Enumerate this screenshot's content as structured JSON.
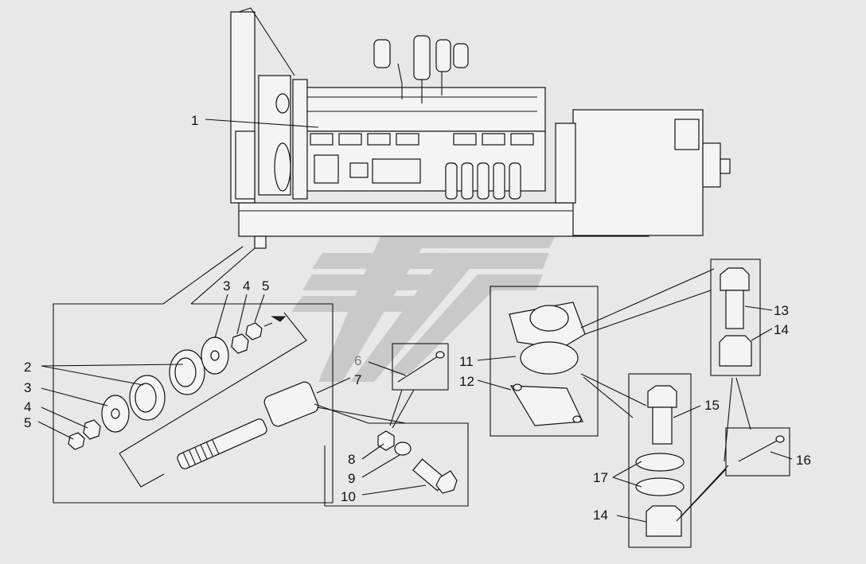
{
  "diagram": {
    "callouts": [
      {
        "id": "c1",
        "text": "1"
      },
      {
        "id": "c2",
        "text": "2"
      },
      {
        "id": "c3a",
        "text": "3"
      },
      {
        "id": "c3b",
        "text": "3"
      },
      {
        "id": "c4a",
        "text": "4"
      },
      {
        "id": "c4b",
        "text": "4"
      },
      {
        "id": "c5a",
        "text": "5"
      },
      {
        "id": "c5b",
        "text": "5"
      },
      {
        "id": "c6",
        "text": "6"
      },
      {
        "id": "c7",
        "text": "7"
      },
      {
        "id": "c8",
        "text": "8"
      },
      {
        "id": "c9",
        "text": "9"
      },
      {
        "id": "c10",
        "text": "10"
      },
      {
        "id": "c11",
        "text": "11"
      },
      {
        "id": "c12",
        "text": "12"
      },
      {
        "id": "c13",
        "text": "13"
      },
      {
        "id": "c14a",
        "text": "14"
      },
      {
        "id": "c14b",
        "text": "14"
      },
      {
        "id": "c15",
        "text": "15"
      },
      {
        "id": "c16",
        "text": "16"
      },
      {
        "id": "c17",
        "text": "17"
      }
    ],
    "colors": {
      "background": "#e8e8e8",
      "line": "#111111",
      "watermark": "#c9c9c9"
    }
  }
}
